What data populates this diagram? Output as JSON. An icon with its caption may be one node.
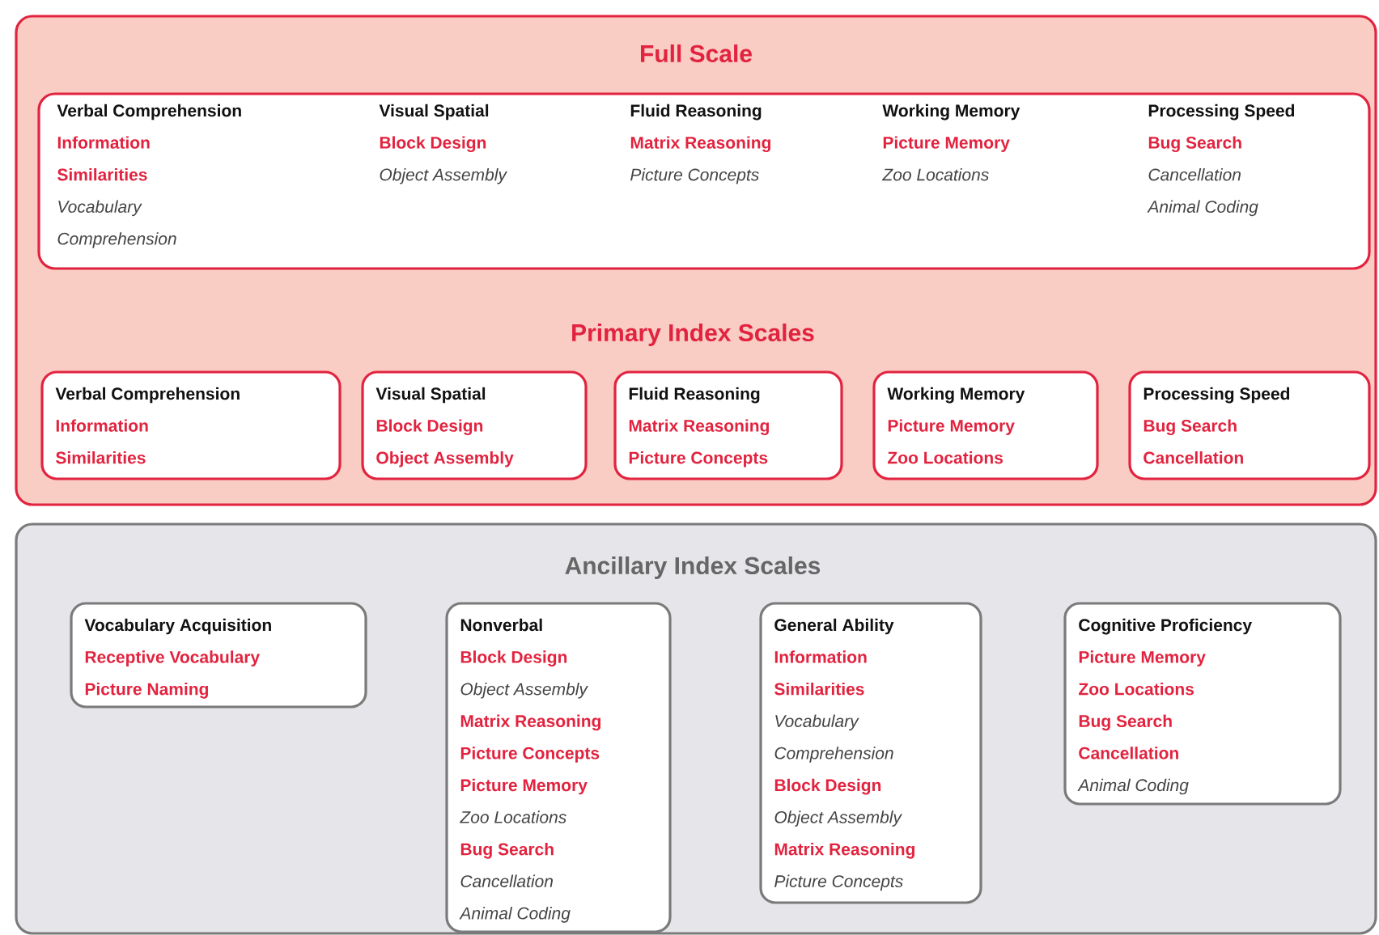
{
  "diagram": {
    "nodes": [
      {
        "text": [
          "Full Scale",
          "Primary Index Scales"
        ]
      },
      {
        "text": [
          "Verbal Comprehension",
          "Information",
          "Similarities",
          "Vocabulary",
          "Comprehension",
          "Visual Spatial",
          "Block Design",
          "Object Assembly",
          "Fluid Reasoning",
          "Matrix Reasoning",
          "Picture Concepts",
          "Working Memory",
          "Picture Memory",
          "Zoo Locations",
          "Processing Speed",
          "Bug Search",
          "Cancellation",
          "Animal Coding"
        ],
        "in": 0
      },
      {
        "text": [
          "Verbal Comprehension",
          "Information",
          "Similarities"
        ],
        "in": 0
      },
      {
        "text": [
          "Visual Spatial",
          "Block Design",
          "Object Assembly"
        ],
        "in": 0
      },
      {
        "text": [
          "Fluid Reasoning",
          "Matrix Reasoning",
          "Picture Concepts"
        ],
        "in": 0
      },
      {
        "text": [
          "Working Memory",
          "Picture Memory",
          "Zoo Locations"
        ],
        "in": 0
      },
      {
        "text": [
          "Processing Speed",
          "Bug Search",
          "Cancellation"
        ],
        "in": 0
      },
      {
        "text": [
          "Ancillary Index Scales"
        ]
      },
      {
        "text": [
          "Vocabulary Acquisition",
          "Receptive Vocabulary",
          "Picture Naming"
        ],
        "in": 7
      },
      {
        "text": [
          "Nonverbal",
          "Block Design",
          "Object Assembly",
          "Matrix Reasoning",
          "Picture Concepts",
          "Picture Memory",
          "Zoo Locations",
          "Bug Search",
          "Cancellation",
          "Animal Coding"
        ],
        "in": 7
      },
      {
        "text": [
          "General Ability",
          "Information",
          "Similarities",
          "Vocabulary",
          "Comprehension",
          "Block Design",
          "Object Assembly",
          "Matrix Reasoning",
          "Picture Concepts"
        ],
        "in": 7
      },
      {
        "text": [
          "Cognitive Proficiency",
          "Picture Memory",
          "Zoo Locations",
          "Bug Search",
          "Cancellation",
          "Animal Coding"
        ],
        "in": 7
      }
    ]
  }
}
